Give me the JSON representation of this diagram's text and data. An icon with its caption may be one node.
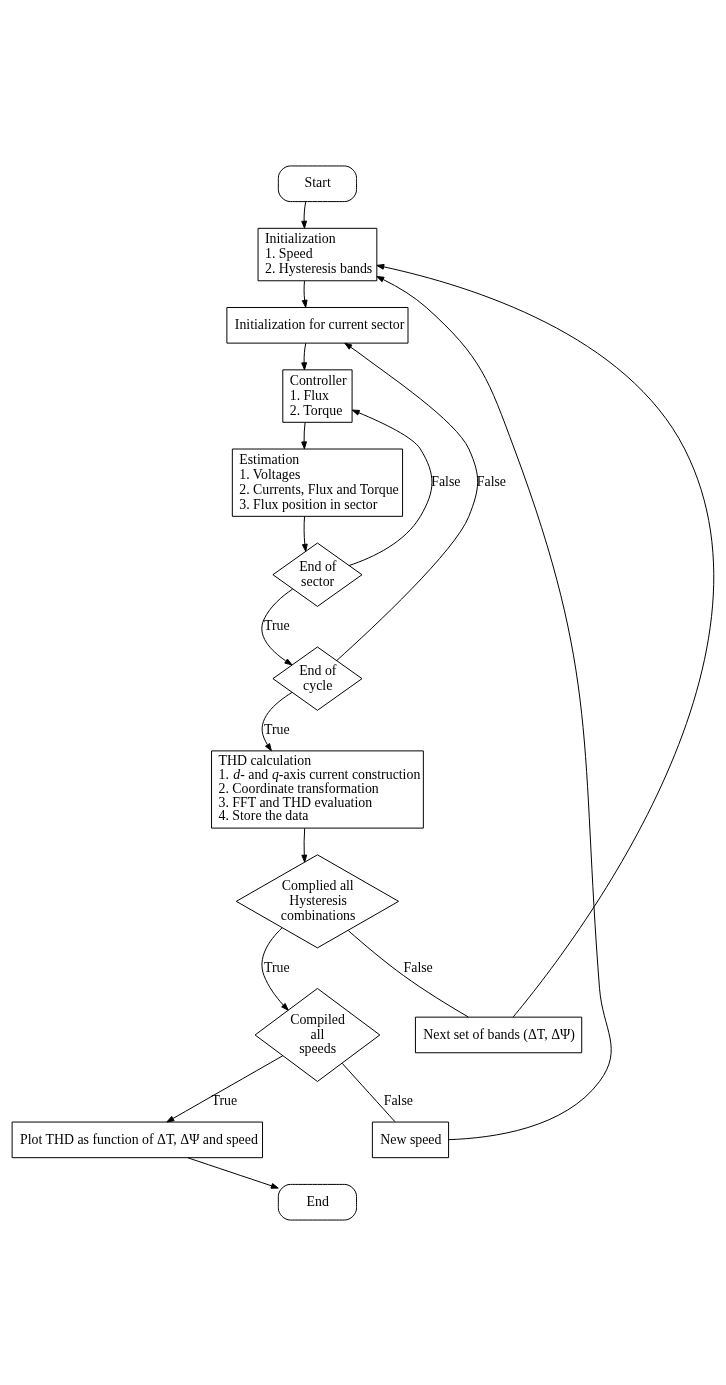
{
  "diagram": {
    "nodes": [
      {
        "text": [
          "Start"
        ]
      },
      {
        "text": [
          "Initialization",
          "1. Speed",
          "2. Hysteresis bands"
        ]
      },
      {
        "text": [
          "Initialization for current sector"
        ]
      },
      {
        "text": [
          "Controller",
          "1. Flux",
          "2. Torque"
        ]
      },
      {
        "text": [
          "Estimation",
          "1. Voltages",
          "2. Currents, Flux and Torque",
          "3. Flux position in sector"
        ]
      },
      {
        "text": [
          "End of sector"
        ]
      },
      {
        "text": [
          "End of cycle"
        ]
      },
      {
        "text": [
          "THD calculation",
          "1. *d*- and *q*-axis current construction",
          "2. Coordinate transformation",
          "3. FFT and THD evaluation",
          "4. Store the data"
        ]
      },
      {
        "text": [
          "Complied all Hysteresis combinations"
        ]
      },
      {
        "text": [
          "Compiled all speeds"
        ]
      },
      {
        "text": [
          "Plot THD as function of ΔT, ΔΨ and speed"
        ]
      },
      {
        "text": [
          "End"
        ]
      },
      {
        "text": [
          "New speed"
        ]
      },
      {
        "text": [
          "Next set of bands (ΔT, ΔΨ)"
        ]
      }
    ],
    "edges": [
      {
        "from": 0,
        "to": 1,
        "arrow": "to"
      },
      {
        "from": 1,
        "to": 2,
        "arrow": "to"
      },
      {
        "from": 2,
        "to": 3,
        "arrow": "to"
      },
      {
        "from": 3,
        "to": 4,
        "arrow": "to"
      },
      {
        "from": 4,
        "to": 5,
        "arrow": "to"
      },
      {
        "from": 5,
        "to": 3,
        "arrow": "to",
        "label": "False"
      },
      {
        "from": 5,
        "to": 6,
        "arrow": "to",
        "label": "True"
      },
      {
        "from": 6,
        "to": 2,
        "arrow": "to",
        "label": "False"
      },
      {
        "from": 6,
        "to": 7,
        "arrow": "to",
        "label": "True"
      },
      {
        "from": 7,
        "to": 8,
        "arrow": "to"
      },
      {
        "from": 8,
        "to": 13,
        "arrow": "none",
        "label": "False"
      },
      {
        "from": 13,
        "to": 1,
        "arrow": "to"
      },
      {
        "from": 8,
        "to": 9,
        "arrow": "to",
        "label": "True"
      },
      {
        "from": 9,
        "to": 12,
        "arrow": "none",
        "label": "False"
      },
      {
        "from": 12,
        "to": 1,
        "arrow": "to"
      },
      {
        "from": 9,
        "to": 10,
        "arrow": "to",
        "label": "True"
      },
      {
        "from": 10,
        "to": 11,
        "arrow": "to"
      }
    ]
  }
}
